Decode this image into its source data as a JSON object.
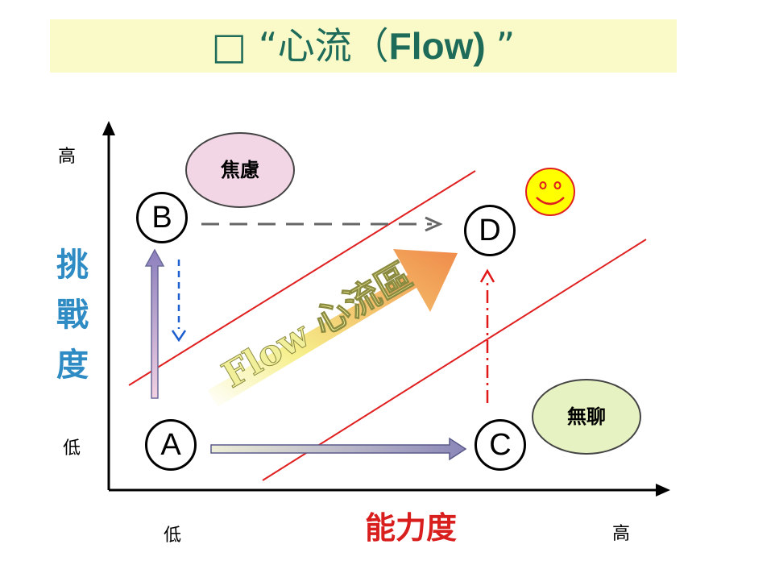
{
  "title": {
    "prefix": "□ “心流（",
    "latin": "Flow) ",
    "suffix": "”"
  },
  "axes": {
    "y_label": "挑戰度",
    "x_label": "能力度",
    "y_high": "高",
    "y_low": "低",
    "x_low": "低",
    "x_high": "高"
  },
  "nodes": {
    "a": "A",
    "b": "B",
    "c": "C",
    "d": "D"
  },
  "bubbles": {
    "anxiety": "焦慮",
    "boredom": "無聊"
  },
  "flow_zone": {
    "label": "Flow 心流區"
  },
  "colors": {
    "title_text": "#1e6b5a",
    "title_band": "#fafac8",
    "boundary_lines": "#e02020",
    "y_label": "#2e8bc4",
    "x_label": "#d91e1e"
  }
}
